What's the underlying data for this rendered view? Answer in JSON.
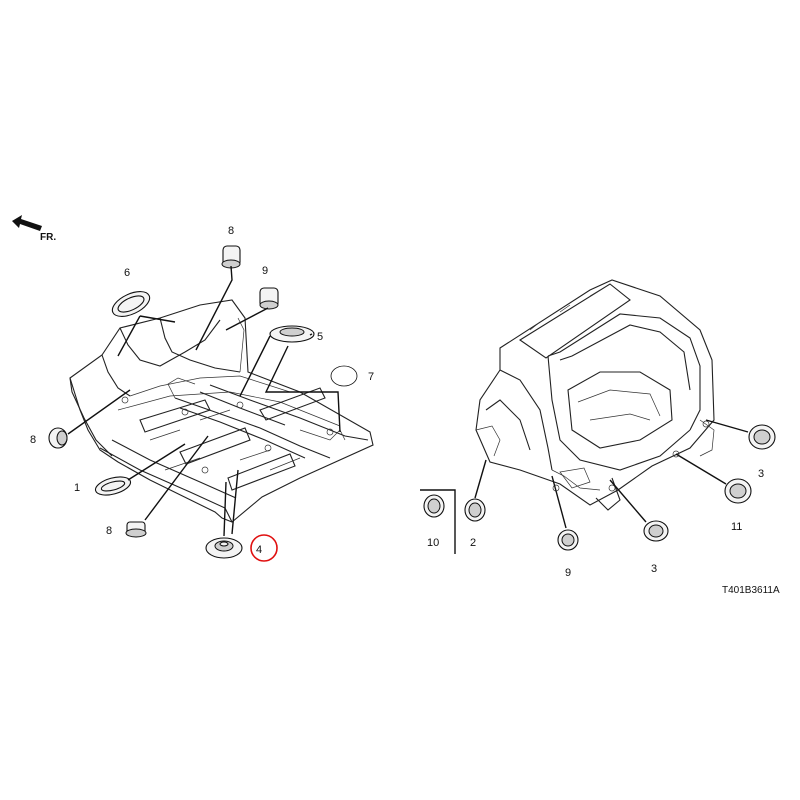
{
  "direction": {
    "label": "FR."
  },
  "reference_code": "T401B3611A",
  "highlight": {
    "color": "#e01010",
    "part": "4"
  },
  "callouts": {
    "c1": "1",
    "c2": "2",
    "c3a": "3",
    "c3b": "3",
    "c4": "4",
    "c5": "5",
    "c6": "6",
    "c7": "7",
    "c8a": "8",
    "c8b": "8",
    "c8c": "8",
    "c9a": "9",
    "c9b": "9",
    "c10": "10",
    "c11": "11"
  }
}
